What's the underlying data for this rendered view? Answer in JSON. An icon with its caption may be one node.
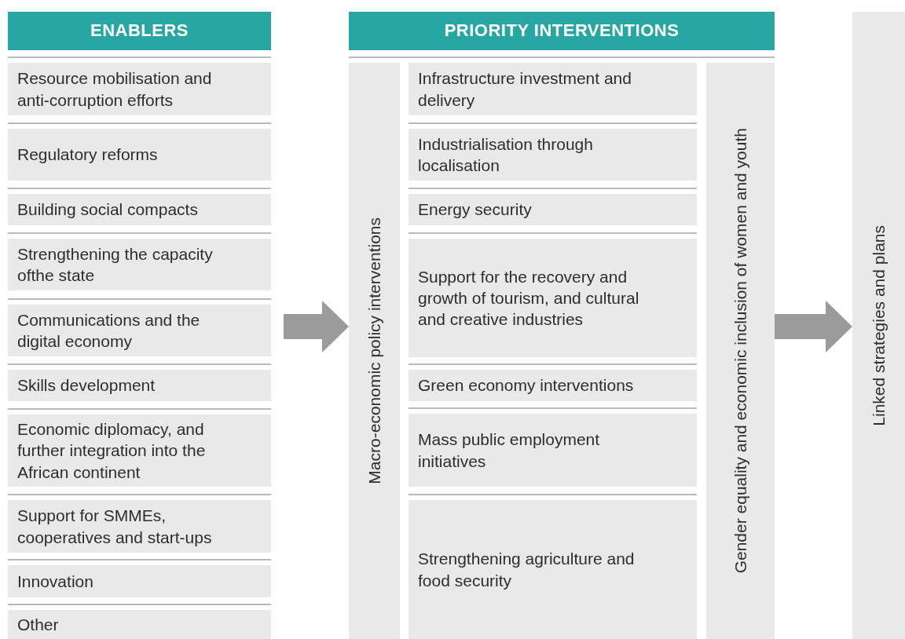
{
  "diagram": {
    "nodes": [
      {
        "text": [
          "ENABLERS"
        ]
      },
      {
        "text": [
          "Resource mobilisation and anti-corruption efforts"
        ]
      },
      {
        "text": [
          "Regulatory reforms"
        ]
      },
      {
        "text": [
          "Building social compacts"
        ]
      },
      {
        "text": [
          "Strengthening the capacity ofthe state"
        ]
      },
      {
        "text": [
          "Communications and the digital economy"
        ]
      },
      {
        "text": [
          "Skills development"
        ]
      },
      {
        "text": [
          "Economic diplomacy, and further integration into the African continent"
        ]
      },
      {
        "text": [
          "Support for SMMEs, cooperatives and start-ups"
        ]
      },
      {
        "text": [
          "Innovation"
        ]
      },
      {
        "text": [
          "Other"
        ]
      },
      {
        "text": [
          "PRIORITY INTERVENTIONS"
        ]
      },
      {
        "text": [
          "Macro-economic policy interventions"
        ]
      },
      {
        "text": [
          "Infrastructure investment and delivery"
        ]
      },
      {
        "text": [
          "Industrialisation through localisation"
        ]
      },
      {
        "text": [
          "Energy security"
        ]
      },
      {
        "text": [
          "Support for the recovery and growth of tourism, and cultural and creative industries"
        ]
      },
      {
        "text": [
          "Green economy interventions"
        ]
      },
      {
        "text": [
          "Mass public employment initiatives"
        ]
      },
      {
        "text": [
          "Strengthening agriculture and food security"
        ]
      },
      {
        "text": [
          "Gender equality and economic inclusion of women and youth"
        ]
      },
      {
        "text": [
          "Linked strategies and plans"
        ]
      }
    ],
    "edges": [
      {
        "from": null,
        "to": 12,
        "arrow": "to"
      },
      {
        "from": 20,
        "to": 21,
        "arrow": "to"
      }
    ]
  }
}
